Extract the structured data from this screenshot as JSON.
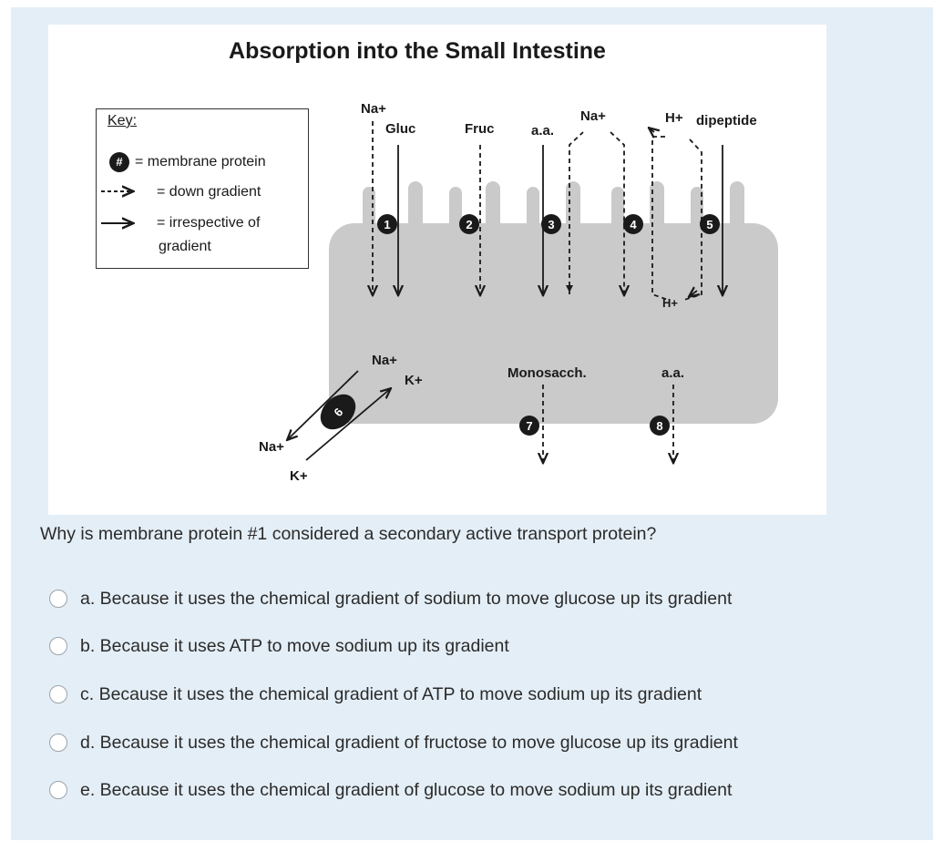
{
  "figure": {
    "title": "Absorption into the Small Intestine",
    "key": {
      "title": "Key:",
      "badge": "#",
      "membrane_protein": "= membrane protein",
      "down_gradient": "= down gradient",
      "irrespective_line1": "= irrespective of",
      "irrespective_line2": "gradient"
    },
    "labels": {
      "na_top": "Na+",
      "gluc": "Gluc",
      "fruc": "Fruc",
      "aa_top": "a.a.",
      "na_top2": "Na+",
      "h_top": "H+",
      "dipeptide": "dipeptide",
      "h_inside": "H+",
      "na_inside": "Na+",
      "k_inside": "K+",
      "monosacch": "Monosacch.",
      "aa_bottom": "a.a.",
      "na_out": "Na+",
      "k_out": "K+"
    },
    "proteins": [
      "1",
      "2",
      "3",
      "4",
      "5",
      "6",
      "7",
      "8"
    ]
  },
  "question": {
    "text": "Why is membrane protein #1 considered a secondary active transport protein?",
    "options": [
      "a. Because it uses the chemical gradient of sodium to move glucose up its gradient",
      "b. Because it uses ATP to move sodium up its gradient",
      "c. Because it uses the chemical gradient of ATP to move sodium up its gradient",
      "d. Because it uses the chemical gradient of fructose to move glucose up its gradient",
      "e. Because it uses the chemical gradient of glucose to move sodium up its gradient"
    ]
  }
}
